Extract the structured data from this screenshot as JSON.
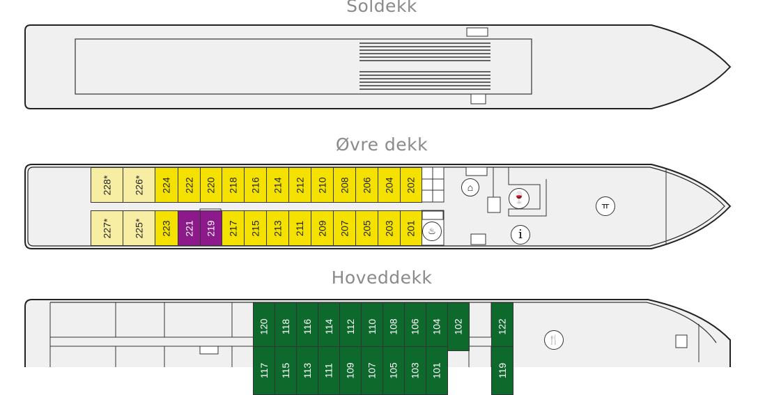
{
  "decks": {
    "sun": {
      "title": "Soldekk"
    },
    "upper": {
      "title": "Øvre dekk",
      "top_cabins": [
        {
          "no": "228*",
          "kind": "lyellow"
        },
        {
          "no": "226*",
          "kind": "lyellow"
        },
        {
          "no": "224",
          "kind": "yellow"
        },
        {
          "no": "222",
          "kind": "yellow"
        },
        {
          "no": "220",
          "kind": "yellow"
        },
        {
          "no": "218",
          "kind": "yellow"
        },
        {
          "no": "216",
          "kind": "yellow"
        },
        {
          "no": "214",
          "kind": "yellow"
        },
        {
          "no": "212",
          "kind": "yellow"
        },
        {
          "no": "210",
          "kind": "yellow"
        },
        {
          "no": "208",
          "kind": "yellow"
        },
        {
          "no": "206",
          "kind": "yellow"
        },
        {
          "no": "204",
          "kind": "yellow"
        },
        {
          "no": "202",
          "kind": "yellow"
        }
      ],
      "bottom_cabins": [
        {
          "no": "227*",
          "kind": "lyellow"
        },
        {
          "no": "225*",
          "kind": "lyellow"
        },
        {
          "no": "223",
          "kind": "yellow"
        },
        {
          "no": "221",
          "kind": "purple"
        },
        {
          "no": "219",
          "kind": "purple"
        },
        {
          "no": "217",
          "kind": "yellow"
        },
        {
          "no": "215",
          "kind": "yellow"
        },
        {
          "no": "213",
          "kind": "yellow"
        },
        {
          "no": "211",
          "kind": "yellow"
        },
        {
          "no": "209",
          "kind": "yellow"
        },
        {
          "no": "207",
          "kind": "yellow"
        },
        {
          "no": "205",
          "kind": "yellow"
        },
        {
          "no": "203",
          "kind": "yellow"
        },
        {
          "no": "201",
          "kind": "yellow"
        }
      ]
    },
    "main": {
      "title": "Hoveddekk",
      "top_cabins": [
        "120",
        "118",
        "116",
        "114",
        "112",
        "110",
        "108",
        "106",
        "104",
        "102"
      ],
      "top_extra": "122",
      "bottom_cabins": [
        "117",
        "115",
        "113",
        "111",
        "109",
        "107",
        "105",
        "103",
        "101"
      ],
      "bottom_extra": "119"
    }
  },
  "colors": {
    "standard": "#f4e100",
    "suite": "#f7eea4",
    "purple": "#8c1a8a",
    "main_deck": "#0d6a2c"
  }
}
